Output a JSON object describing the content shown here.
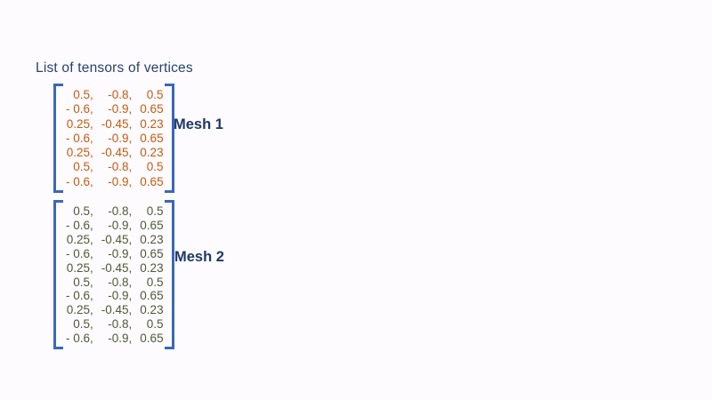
{
  "heading": "List of tensors of vertices",
  "colors": {
    "background": "#FDFBFD",
    "heading_text": "#27426E",
    "label_text": "#1F3864",
    "bracket": "#3A67BC"
  },
  "meshes": [
    {
      "label": "Mesh 1",
      "color": "#C55A11",
      "rows": [
        [
          "0.5,",
          "-0.8,",
          "0.5"
        ],
        [
          "- 0.6,",
          "-0.9,",
          "0.65"
        ],
        [
          "0.25,",
          "-0.45,",
          "0.23"
        ],
        [
          "- 0.6,",
          "-0.9,",
          "0.65"
        ],
        [
          "0.25,",
          "-0.45,",
          "0.23"
        ],
        [
          "0.5,",
          "-0.8,",
          "0.5"
        ],
        [
          "- 0.6,",
          "-0.9,",
          "0.65"
        ]
      ]
    },
    {
      "label": "Mesh 2",
      "color": "#4E5A35",
      "rows": [
        [
          "0.5,",
          "-0.8,",
          "0.5"
        ],
        [
          "- 0.6,",
          "-0.9,",
          "0.65"
        ],
        [
          "0.25,",
          "-0.45,",
          "0.23"
        ],
        [
          "- 0.6,",
          "-0.9,",
          "0.65"
        ],
        [
          "0.25,",
          "-0.45,",
          "0.23"
        ],
        [
          "0.5,",
          "-0.8,",
          "0.5"
        ],
        [
          "- 0.6,",
          "-0.9,",
          "0.65"
        ],
        [
          "0.25,",
          "-0.45,",
          "0.23"
        ],
        [
          "0.5,",
          "-0.8,",
          "0.5"
        ],
        [
          "- 0.6,",
          "-0.9,",
          "0.65"
        ]
      ]
    }
  ]
}
